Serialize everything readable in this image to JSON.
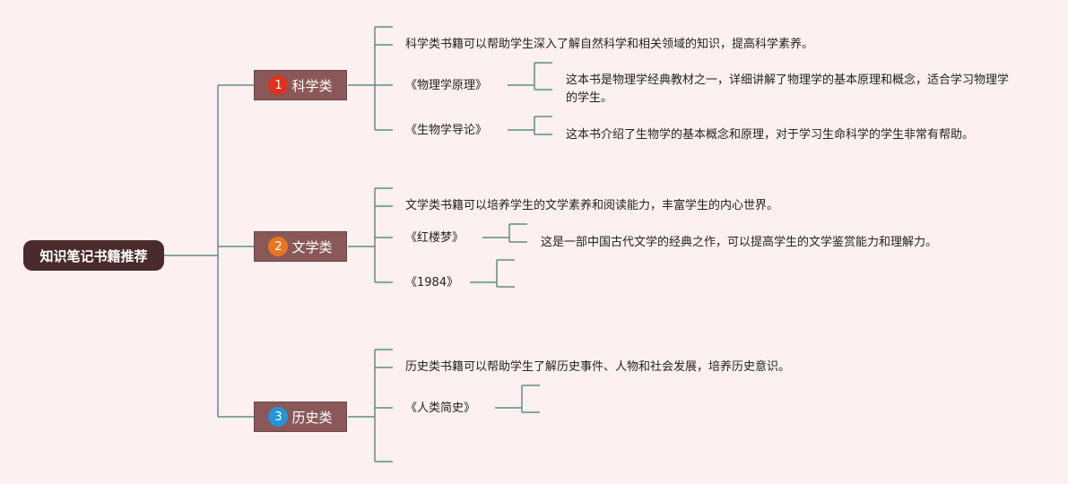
{
  "root": {
    "label": "知识笔记书籍推荐"
  },
  "colors": {
    "line": "#5e8e82",
    "root_bg": "#4a2b2c",
    "cat_bg": "#8a5858",
    "badge1": "#e0301e",
    "badge2": "#e87722",
    "badge3": "#2196d8"
  },
  "categories": [
    {
      "num": "1",
      "label": "科学类",
      "desc": "科学类书籍可以帮助学生深入了解自然科学和相关领域的知识，提高科学素养。",
      "books": [
        {
          "title": "《物理学原理》",
          "note": "这本书是物理学经典教材之一，详细讲解了物理学的基本原理和概念，适合学习物理学的学生。"
        },
        {
          "title": "《生物学导论》",
          "note": "这本书介绍了生物学的基本概念和原理，对于学习生命科学的学生非常有帮助。"
        }
      ]
    },
    {
      "num": "2",
      "label": "文学类",
      "desc": "文学类书籍可以培养学生的文学素养和阅读能力，丰富学生的内心世界。",
      "books": [
        {
          "title": "《红楼梦》",
          "note": "这是一部中国古代文学的经典之作，可以提高学生的文学鉴赏能力和理解力。"
        },
        {
          "title": "《1984》",
          "note": ""
        }
      ]
    },
    {
      "num": "3",
      "label": "历史类",
      "desc": "历史类书籍可以帮助学生了解历史事件、人物和社会发展，培养历史意识。",
      "books": [
        {
          "title": "《人类简史》",
          "note": ""
        }
      ]
    }
  ]
}
